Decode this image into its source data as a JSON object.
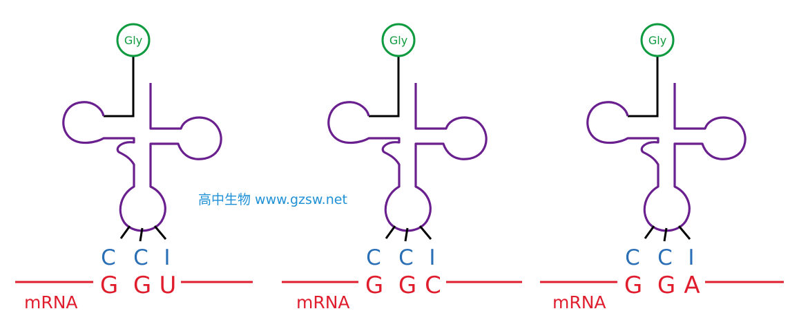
{
  "watermark": "高中生物 www.gzsw.net",
  "colors": {
    "amino_acid": "#0e9a3e",
    "trna_body": "#6a1f8f",
    "acceptor_stem": "#000000",
    "anticodon": "#2a6fb6",
    "mrna": "#e01d2d",
    "watermark": "#1e90d6"
  },
  "panels": [
    {
      "amino_acid": "Gly",
      "anticodon": [
        "C",
        "C",
        "I"
      ],
      "codon": [
        "G",
        "G",
        "U"
      ],
      "mrna_label": "mRNA"
    },
    {
      "amino_acid": "Gly",
      "anticodon": [
        "C",
        "C",
        "I"
      ],
      "codon": [
        "G",
        "G",
        "C"
      ],
      "mrna_label": "mRNA"
    },
    {
      "amino_acid": "Gly",
      "anticodon": [
        "C",
        "C",
        "I"
      ],
      "codon": [
        "G",
        "G",
        "A"
      ],
      "mrna_label": "mRNA"
    }
  ]
}
